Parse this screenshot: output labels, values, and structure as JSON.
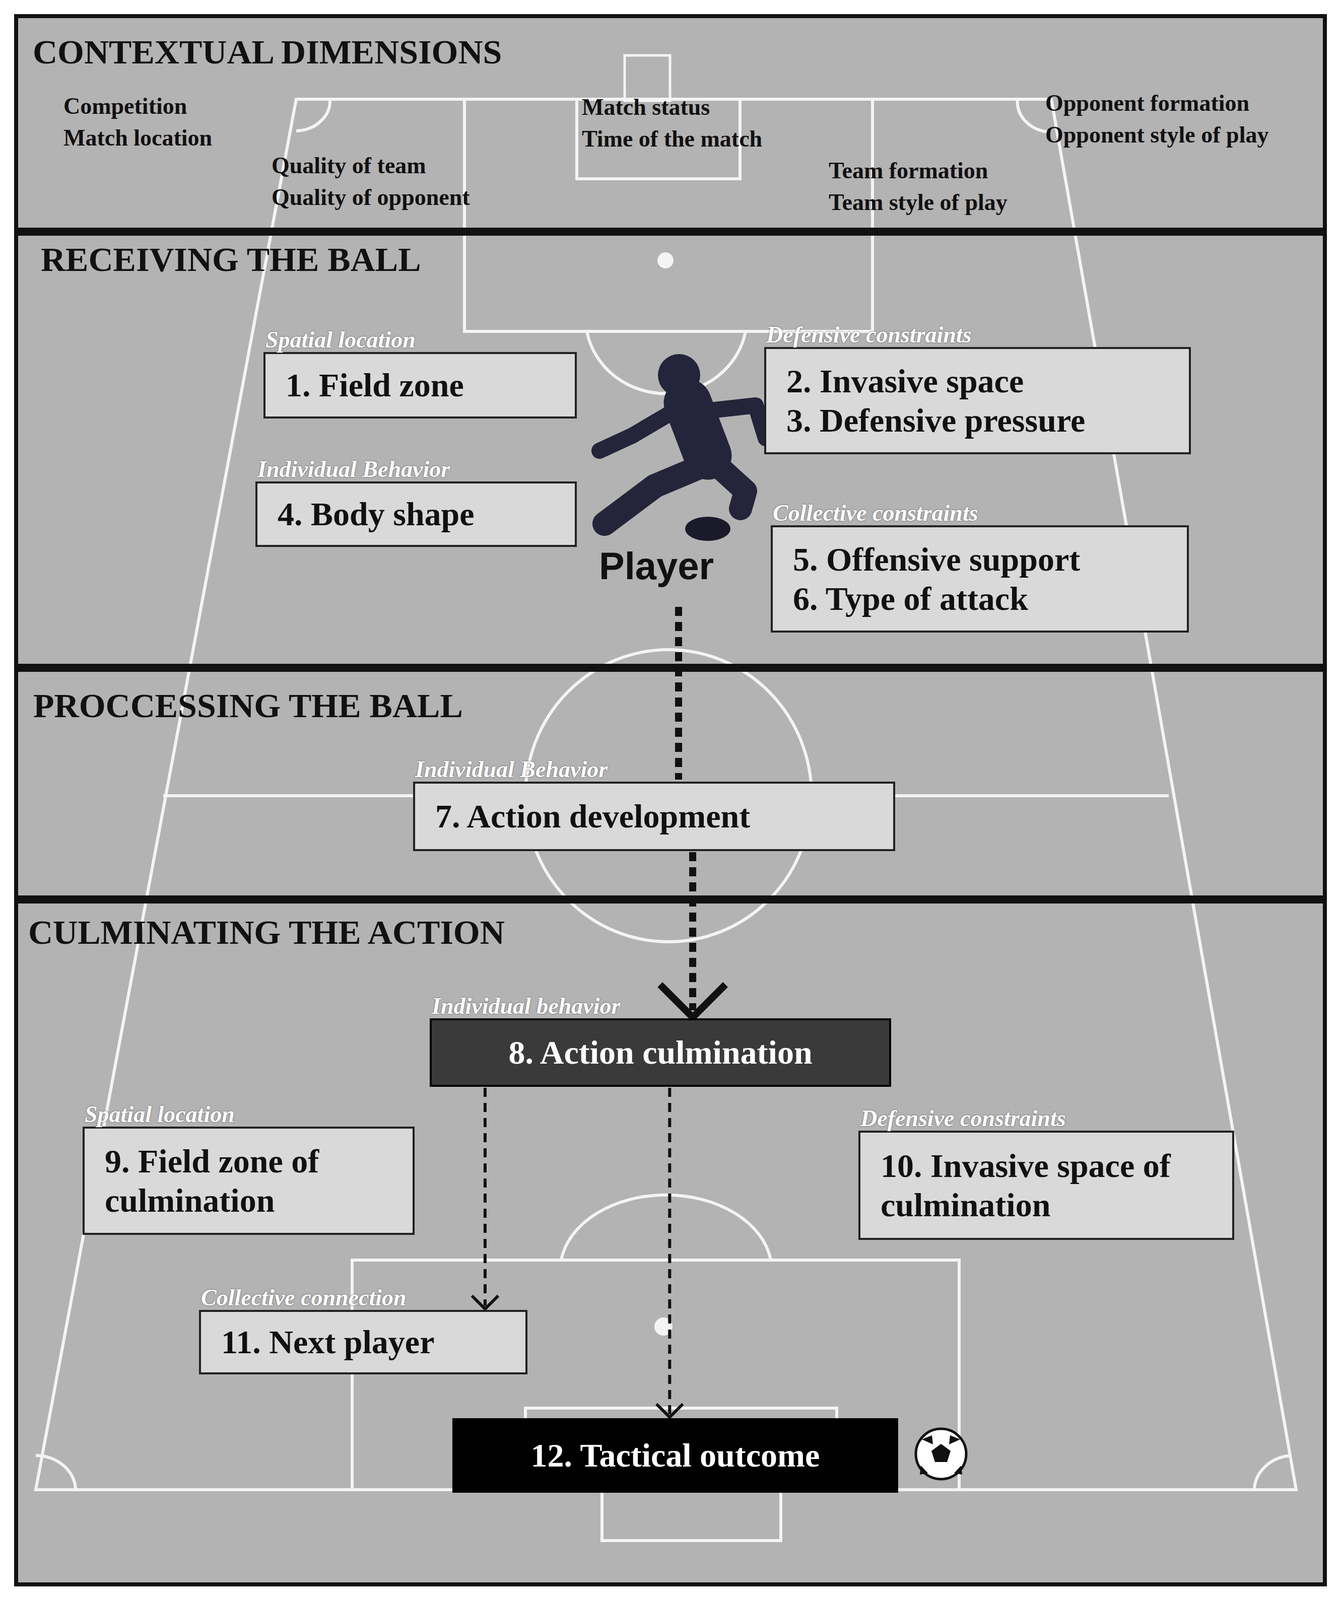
{
  "diagram": {
    "nodes": [
      {
        "text": [
          "CONTEXTUAL DIMENSIONS",
          "Competition",
          "Match location",
          "Quality of team",
          "Quality of opponent",
          "Match status",
          "Time of the match",
          "Team formation",
          "Team style of play",
          "Opponent formation",
          "Opponent style of play"
        ]
      },
      {
        "text": [
          "RECEIVING THE BALL"
        ]
      },
      {
        "text": [
          "Spatial location",
          "1. Field zone"
        ],
        "in": 1
      },
      {
        "text": [
          "Defensive constraints",
          "2. Invasive space",
          "3. Defensive pressure"
        ],
        "in": 1
      },
      {
        "text": [
          "Individual Behavior",
          "4. Body shape"
        ],
        "in": 1
      },
      {
        "text": [
          "Collective constraints",
          "5. Offensive support",
          "6. Type of attack"
        ],
        "in": 1
      },
      {
        "text": [
          "PROCCESSING THE BALL"
        ]
      },
      {
        "text": [
          "Individual Behavior",
          "7. Action development"
        ],
        "in": 6
      },
      {
        "text": [
          "CULMINATING THE ACTION"
        ]
      },
      {
        "text": [
          "Individual behavior",
          "8. Action culmination"
        ],
        "in": 8
      },
      {
        "text": [
          "Spatial location",
          "9. Field zone of culmination"
        ],
        "in": 8
      },
      {
        "text": [
          "Defensive constraints",
          "10. Invasive space of culmination"
        ],
        "in": 8
      },
      {
        "text": [
          "Collective connection",
          "11. Next player"
        ],
        "in": 8
      },
      {
        "text": [
          "12. Tactical outcome"
        ],
        "in": 8
      }
    ],
    "edges": [
      {
        "from": 7,
        "to": 9,
        "arrow": "to"
      },
      {
        "from": 9,
        "to": 12,
        "arrow": "to"
      },
      {
        "from": 9,
        "to": 13,
        "arrow": "to"
      }
    ],
    "labels": [
      "Player"
    ]
  }
}
